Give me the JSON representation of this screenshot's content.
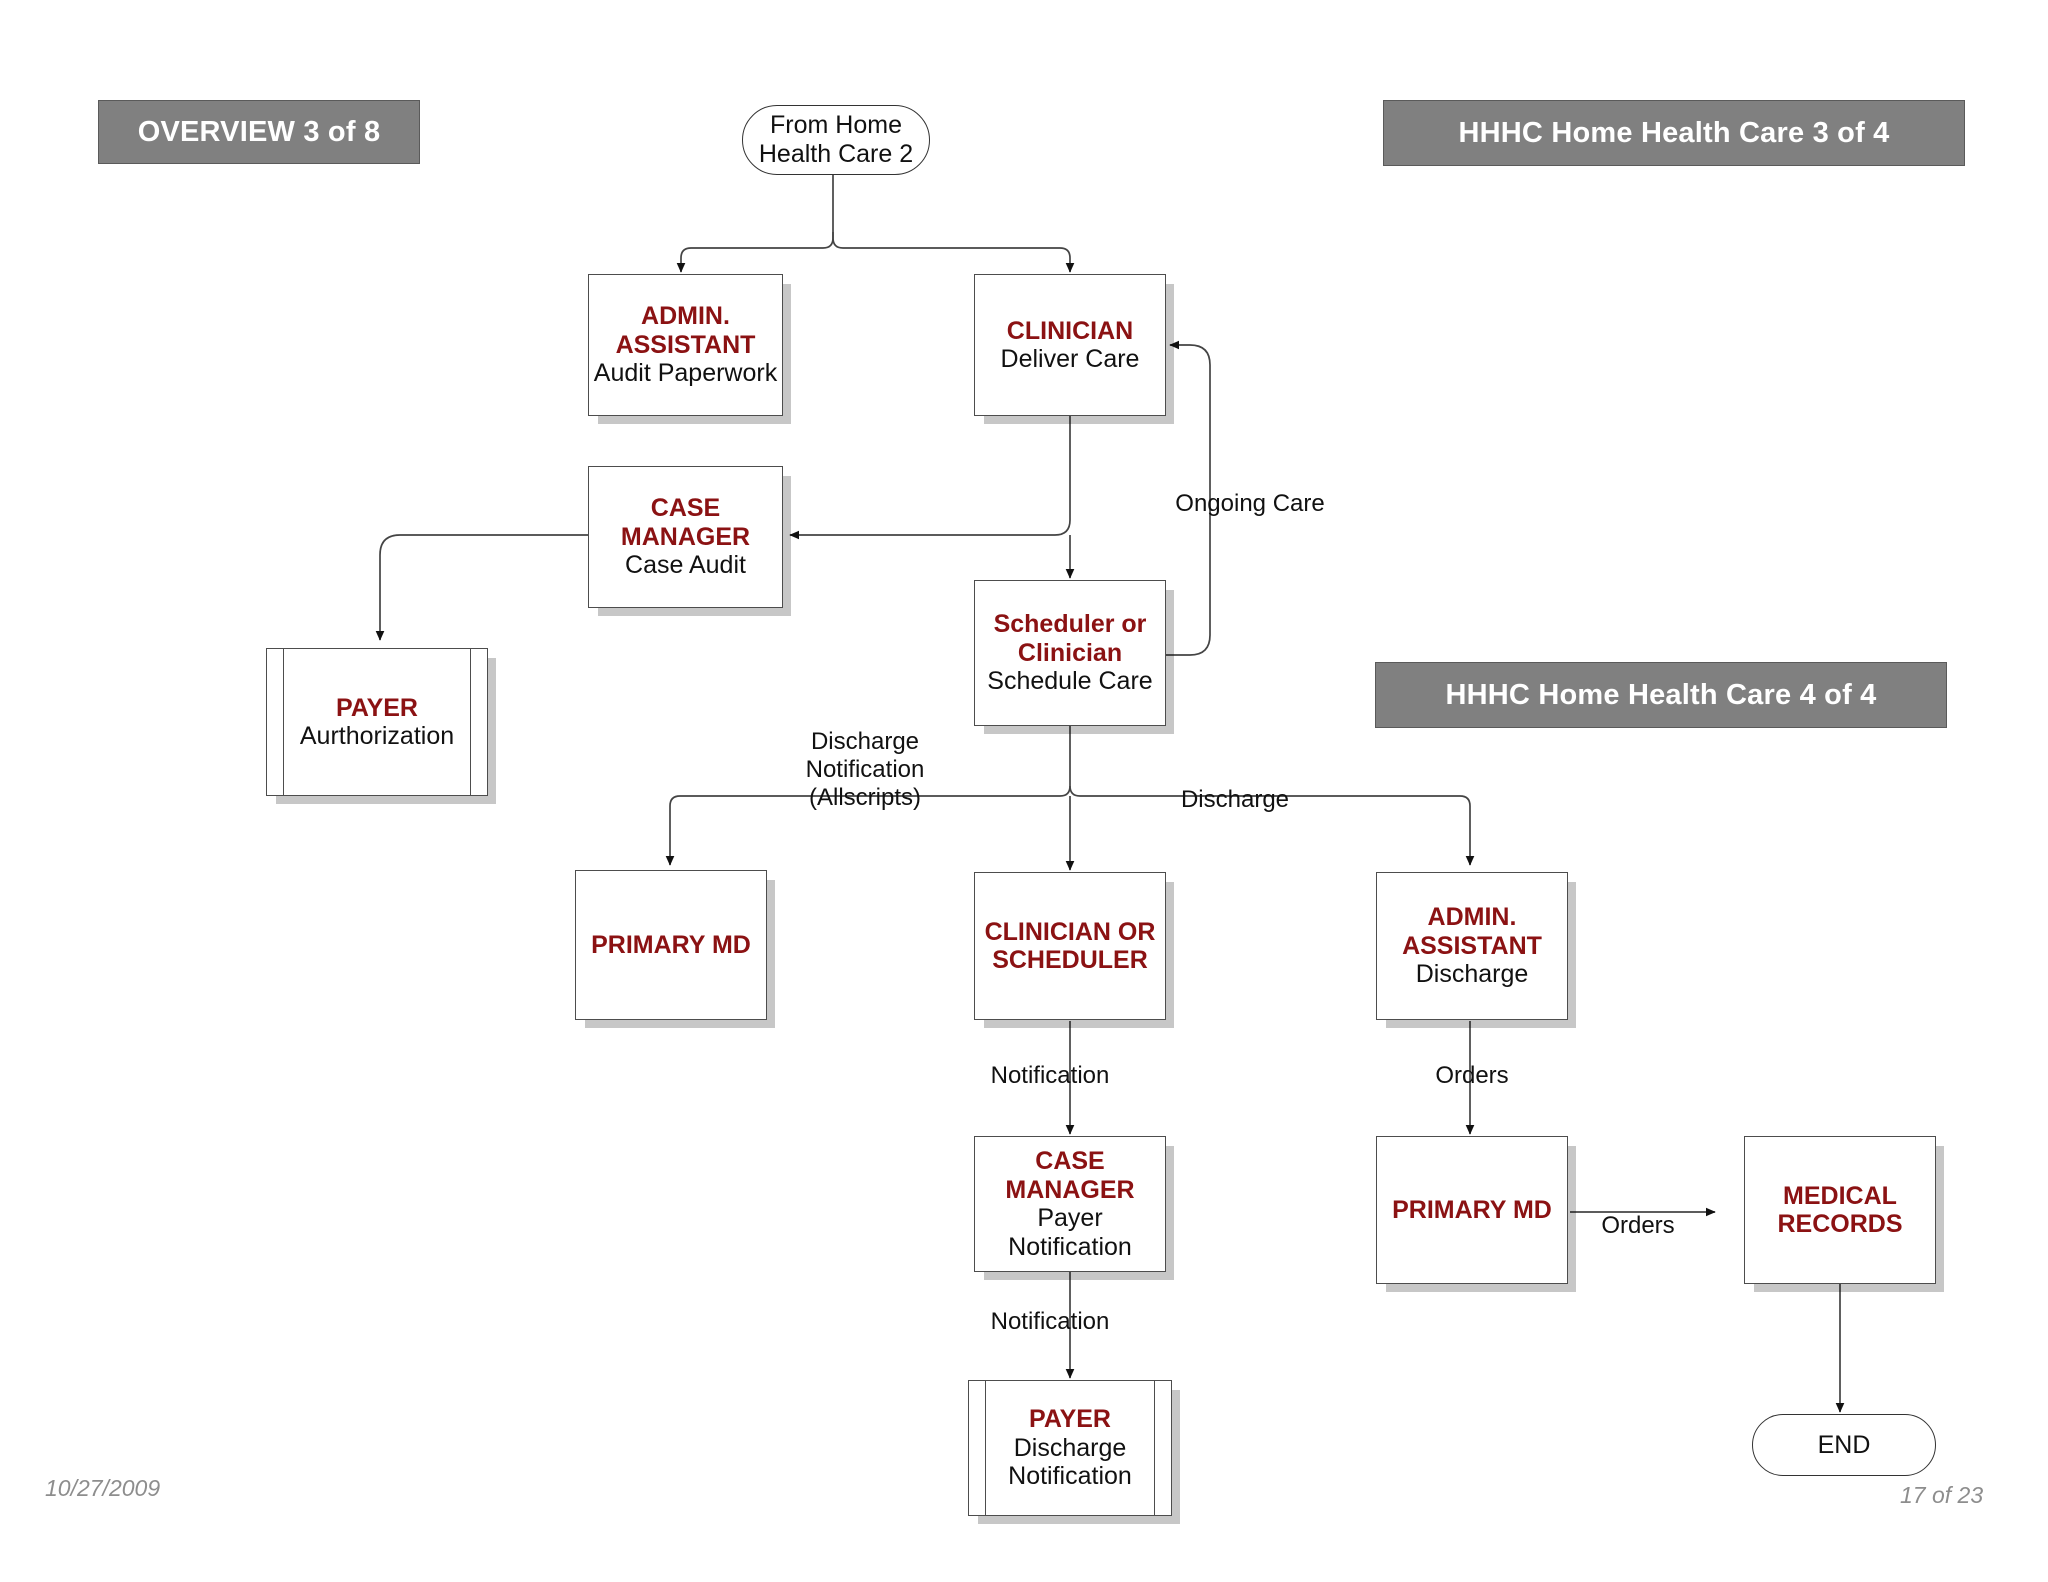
{
  "banners": [
    {
      "id": "overview",
      "label": "OVERVIEW 3 of 8"
    },
    {
      "id": "hhhc3",
      "label": "HHHC Home Health Care 3 of 4"
    },
    {
      "id": "hhhc4",
      "label": "HHHC Home Health Care 4 of 4"
    }
  ],
  "terminators": {
    "start": {
      "line1": "From Home",
      "line2": "Health Care 2"
    },
    "end": {
      "label": "END"
    }
  },
  "nodes": [
    {
      "id": "admin-assistant-audit",
      "title_line1": "ADMIN.",
      "title_line2": "ASSISTANT",
      "sub_line1": "Audit Paperwork",
      "shape": "process"
    },
    {
      "id": "clinician-deliver-care",
      "title_line1": "CLINICIAN",
      "sub_line1": "Deliver Care",
      "shape": "process"
    },
    {
      "id": "case-manager-case-audit",
      "title_line1": "CASE",
      "title_line2": "MANAGER",
      "sub_line1": "Case Audit",
      "shape": "process"
    },
    {
      "id": "payer-authorization",
      "title_line1": "PAYER",
      "sub_line1": "Aurthorization",
      "shape": "predefined"
    },
    {
      "id": "scheduler-or-clinician",
      "title_line1": "Scheduler or",
      "title_line2": "Clinician",
      "sub_line1": "Schedule Care",
      "shape": "process"
    },
    {
      "id": "primary-md-discharge-notification",
      "title_line1": "PRIMARY MD",
      "shape": "process"
    },
    {
      "id": "clinician-or-scheduler",
      "title_line1": "CLINICIAN OR",
      "title_line2": "SCHEDULER",
      "shape": "process"
    },
    {
      "id": "admin-assistant-discharge",
      "title_line1": "ADMIN.",
      "title_line2": "ASSISTANT",
      "sub_line1": "Discharge",
      "shape": "process"
    },
    {
      "id": "case-manager-payer-notification",
      "title_line1": "CASE",
      "title_line2": "MANAGER",
      "sub_line1": "Payer",
      "sub_line2": "Notification",
      "shape": "process"
    },
    {
      "id": "primary-md-orders",
      "title_line1": "PRIMARY MD",
      "shape": "process"
    },
    {
      "id": "medical-records",
      "title_line1": "MEDICAL",
      "title_line2": "RECORDS",
      "shape": "process"
    },
    {
      "id": "payer-discharge-notification",
      "title_line1": "PAYER",
      "sub_line1": "Discharge",
      "sub_line2": "Notification",
      "shape": "predefined"
    }
  ],
  "edge_labels": [
    {
      "id": "ongoing-care",
      "text": "Ongoing Care"
    },
    {
      "id": "discharge-notification-allscripts",
      "text": "Discharge\nNotification\n(Allscripts)"
    },
    {
      "id": "discharge",
      "text": "Discharge"
    },
    {
      "id": "notification-to-case-manager",
      "text": "Notification"
    },
    {
      "id": "orders-to-primary-md",
      "text": "Orders"
    },
    {
      "id": "notification-to-payer",
      "text": "Notification"
    },
    {
      "id": "orders-to-medical-records",
      "text": "Orders"
    }
  ],
  "footer": {
    "date": "10/27/2009",
    "page": "17 of 23"
  },
  "colors": {
    "title_red": "#8B1213",
    "banner_gray": "#808080",
    "banner_text": "#FFFFFF",
    "body_text": "#111111",
    "box_border": "#4D4D4D",
    "footer_gray": "#8D8D8D",
    "background": "#FFFFFF"
  }
}
